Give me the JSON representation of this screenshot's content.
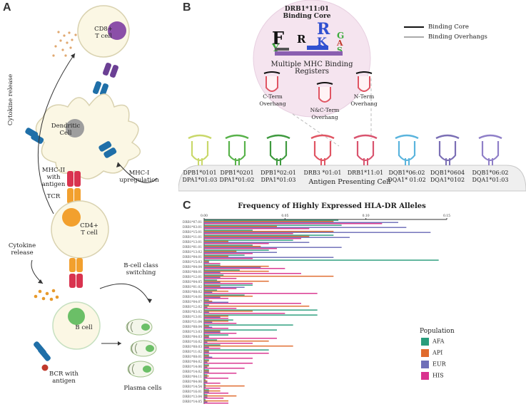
{
  "panels": {
    "a": "A",
    "b": "B",
    "c": "C"
  },
  "panel_a": {
    "cd8": [
      "CD8+",
      "T cell"
    ],
    "dendritic": [
      "Dendritic",
      "Cell"
    ],
    "mhc2": [
      "MHC-II",
      "with",
      "antigen"
    ],
    "tcr": "TCR",
    "mhc1": [
      "MHC-I",
      "upregulation"
    ],
    "cd4": [
      "CD4+",
      "T cell"
    ],
    "cytokine_release_vertical": "Cytokine release",
    "cytokine_release": [
      "Cytokine",
      "release"
    ],
    "bcell_class": [
      "B-cell class",
      "switching"
    ],
    "bcell": "B cell",
    "bcr": [
      "BCR with",
      "antigen"
    ],
    "plasma": "Plasma cells"
  },
  "panel_b": {
    "logo_title": [
      "DRB1*11:01",
      "Binding Core"
    ],
    "registers_title": "Multiple MHC Binding Registers",
    "registers": [
      [
        "C-Term",
        "Overhang"
      ],
      [
        "N&C-Term",
        "Overhang"
      ],
      [
        "N-Term",
        "Overhang"
      ]
    ],
    "legend": [
      "Binding Core",
      "Binding Overhangs"
    ],
    "alleles": [
      [
        "DPB1*0101",
        "DPA1*01:03"
      ],
      [
        "DPB1*0201",
        "DPA1*01:02"
      ],
      [
        "DPB1*02:01",
        "DPA1*01:03"
      ],
      [
        "DRB3 *01:01",
        ""
      ],
      [
        "DRB1*11:01",
        ""
      ],
      [
        "DQB1*06:02",
        "DQA1* 01:02"
      ],
      [
        "DQB1*0604",
        "DQA1*0102"
      ],
      [
        "DQB1*06:02",
        "DQA1*01:03"
      ]
    ],
    "apc_label": "Antigen Presenting Cell",
    "allele_colors": [
      "#c9d86a",
      "#58b24a",
      "#3f9a3f",
      "#e05563",
      "#d9546f",
      "#5ab4dd",
      "#7b6fb5",
      "#8f7fc8"
    ]
  },
  "chart_data": {
    "type": "bar",
    "title": "Frequency of Highly Expressed HLA-DR Alleles",
    "xlim": [
      0,
      0.15
    ],
    "xticks": [
      "0.00",
      "0.05",
      "0.10",
      "0.15"
    ],
    "legend_title": "Population",
    "legend_position": "right",
    "categories": [
      "DRB1*07:01",
      "DRB1*03:01",
      "DRB1*15:01",
      "DRB1*11:01",
      "DRB1*13:01",
      "DRB1*01:01",
      "DRB1*13:02",
      "DRB1*04:01",
      "DRB1*15:03",
      "DRB1*04:04",
      "DRB1*08:01",
      "DRB1*12:01",
      "DRB1*04:05",
      "DRB1*01:02",
      "DRB1*08:02",
      "DRB1*14:01",
      "DRB1*04:07",
      "DRB1*12:02",
      "DRB1*03:02",
      "DRB1*13:01",
      "DRB1*11:04",
      "DRB1*08:04",
      "DRB1*13:03",
      "DRB1*04:03",
      "DRB1*16:02",
      "DRB1*08:03",
      "DRB1*11:02",
      "DRB1*08:01",
      "DRB1*04:02",
      "DRB1*14:06",
      "DRB1*14:02",
      "DRB1*04:11",
      "DRB1*04:06",
      "DRB1*14:54",
      "DRB1*16:01",
      "DRB1*13:04",
      "DRB1*14:05"
    ],
    "series": [
      {
        "name": "AFA",
        "color": "#2a9d7c",
        "values": [
          0.083,
          0.085,
          0.03,
          0.08,
          0.055,
          0.03,
          0.04,
          0.025,
          0.145,
          0.01,
          0.022,
          0.012,
          0.008,
          0.03,
          0.008,
          0.025,
          0.003,
          0.003,
          0.07,
          0.07,
          0.018,
          0.055,
          0.045,
          0.015,
          0.008,
          0.01,
          0.04,
          0.003,
          0.003,
          0.003,
          0.003,
          0.002,
          0.001,
          0.001,
          0.003,
          0.002,
          0.001
        ]
      },
      {
        "name": "API",
        "color": "#e06b2e",
        "values": [
          0.08,
          0.045,
          0.08,
          0.065,
          0.015,
          0.035,
          0.02,
          0.015,
          0.003,
          0.04,
          0.04,
          0.08,
          0.04,
          0.01,
          0.015,
          0.03,
          0.005,
          0.065,
          0.03,
          0.015,
          0.015,
          0.003,
          0.01,
          0.003,
          0.04,
          0.055,
          0.003,
          0.003,
          0.003,
          0.003,
          0.003,
          0.003,
          0.002,
          0.025,
          0.01,
          0.02,
          0.015
        ]
      },
      {
        "name": "EUR",
        "color": "#6f6fb8",
        "values": [
          0.12,
          0.125,
          0.14,
          0.09,
          0.065,
          0.085,
          0.045,
          0.08,
          0.003,
          0.035,
          0.01,
          0.01,
          0.01,
          0.025,
          0.005,
          0.01,
          0.015,
          0.002,
          0.003,
          0.01,
          0.005,
          0.005,
          0.01,
          0.003,
          0.002,
          0.003,
          0.003,
          0.005,
          0.002,
          0.002,
          0.003,
          0.002,
          0.002,
          0.001,
          0.003,
          0.002,
          0.002
        ]
      },
      {
        "name": "HIS",
        "color": "#d9338f",
        "values": [
          0.11,
          0.065,
          0.055,
          0.06,
          0.04,
          0.045,
          0.03,
          0.03,
          0.01,
          0.05,
          0.06,
          0.02,
          0.03,
          0.02,
          0.07,
          0.015,
          0.06,
          0.02,
          0.05,
          0.015,
          0.02,
          0.015,
          0.02,
          0.045,
          0.03,
          0.01,
          0.04,
          0.03,
          0.03,
          0.025,
          0.02,
          0.015,
          0.01,
          0.01,
          0.015,
          0.012,
          0.015
        ]
      }
    ]
  }
}
